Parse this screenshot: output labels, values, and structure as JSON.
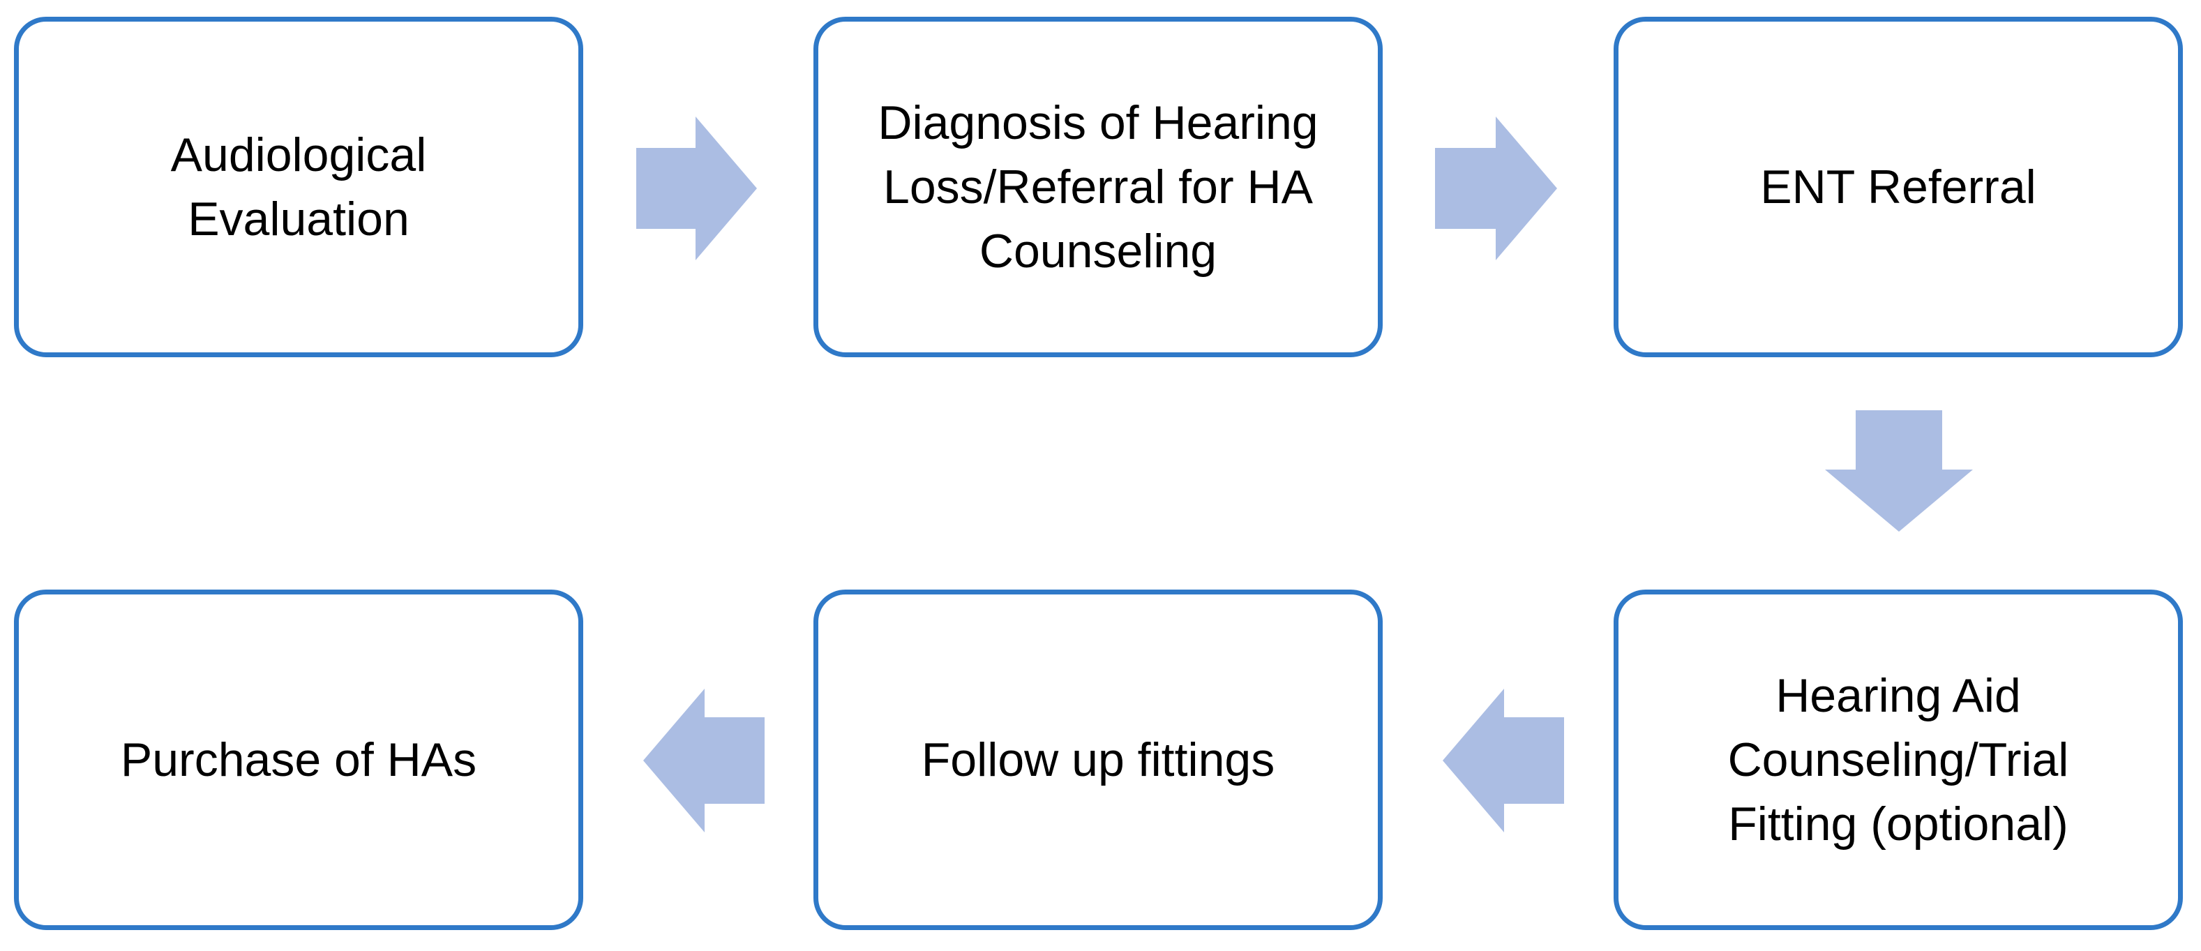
{
  "steps": [
    {
      "label": "Audiological\nEvaluation"
    },
    {
      "label": "Diagnosis of Hearing\nLoss/Referral for  HA\nCounseling"
    },
    {
      "label": "ENT Referral"
    },
    {
      "label": "Hearing Aid\nCounseling/Trial\nFitting (optional)"
    },
    {
      "label": "Follow up fittings"
    },
    {
      "label": "Purchase of HAs"
    }
  ],
  "colors": {
    "box_border": "#2f79c8",
    "arrow_fill": "#abbde3",
    "text": "#000000",
    "background": "#ffffff"
  }
}
